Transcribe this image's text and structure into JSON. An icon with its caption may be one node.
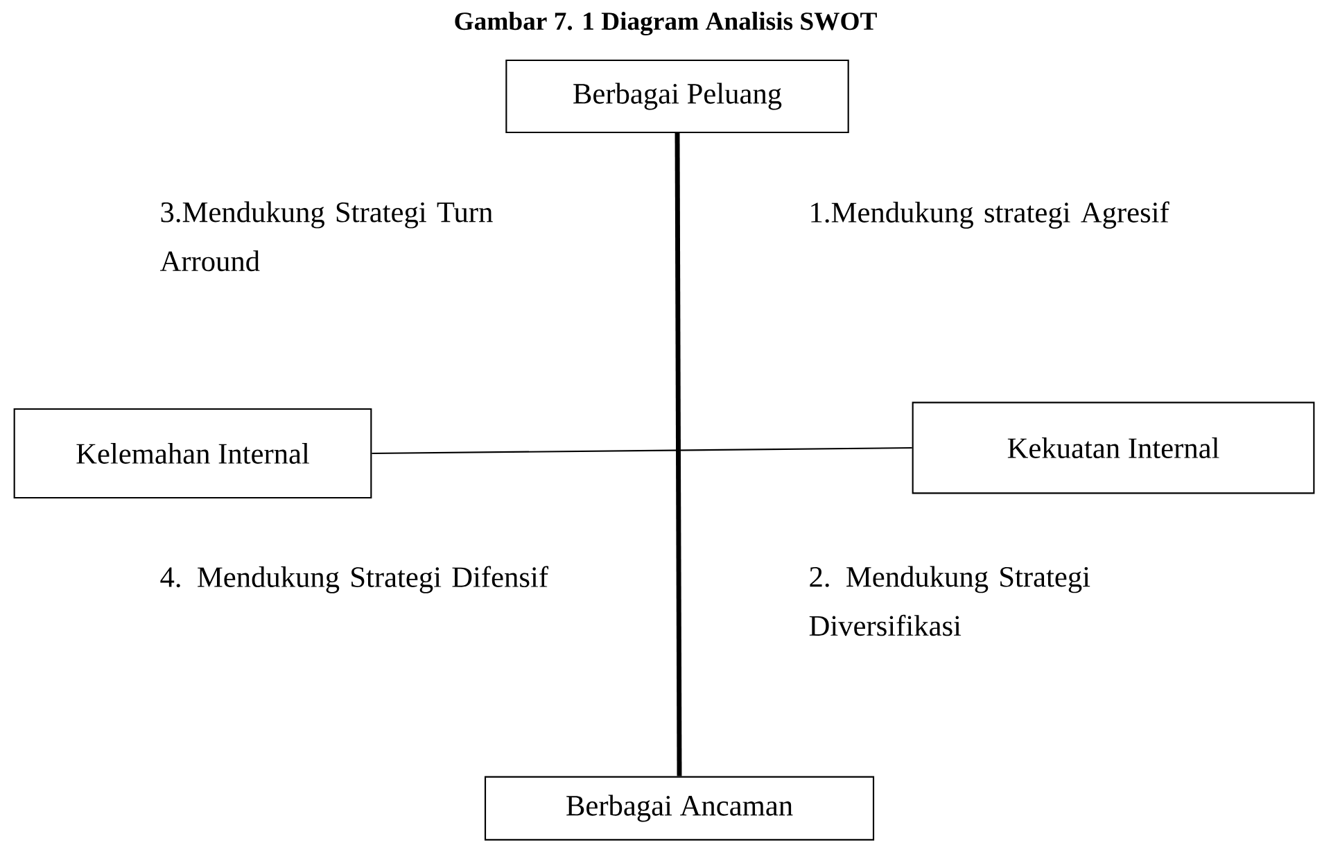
{
  "diagram": {
    "title": "Gambar 7. 1 Diagram Analisis SWOT",
    "nodes": [
      {
        "text": [
          "Berbagai Peluang"
        ]
      },
      {
        "text": [
          "Kelemahan Internal"
        ]
      },
      {
        "text": [
          "Kekuatan Internal"
        ]
      },
      {
        "text": [
          "Berbagai Ancaman"
        ]
      }
    ],
    "edges": [
      {
        "from": 0,
        "to": 3,
        "arrow": "none",
        "style": "thick"
      },
      {
        "from": 1,
        "to": 2,
        "arrow": "none"
      }
    ],
    "labels": [
      "3.Mendukung Strategi Turn Arround",
      "1.Mendukung strategi Agresif",
      "4. Mendukung Strategi Difensif",
      "2. Mendukung Strategi Diversifikasi"
    ]
  }
}
